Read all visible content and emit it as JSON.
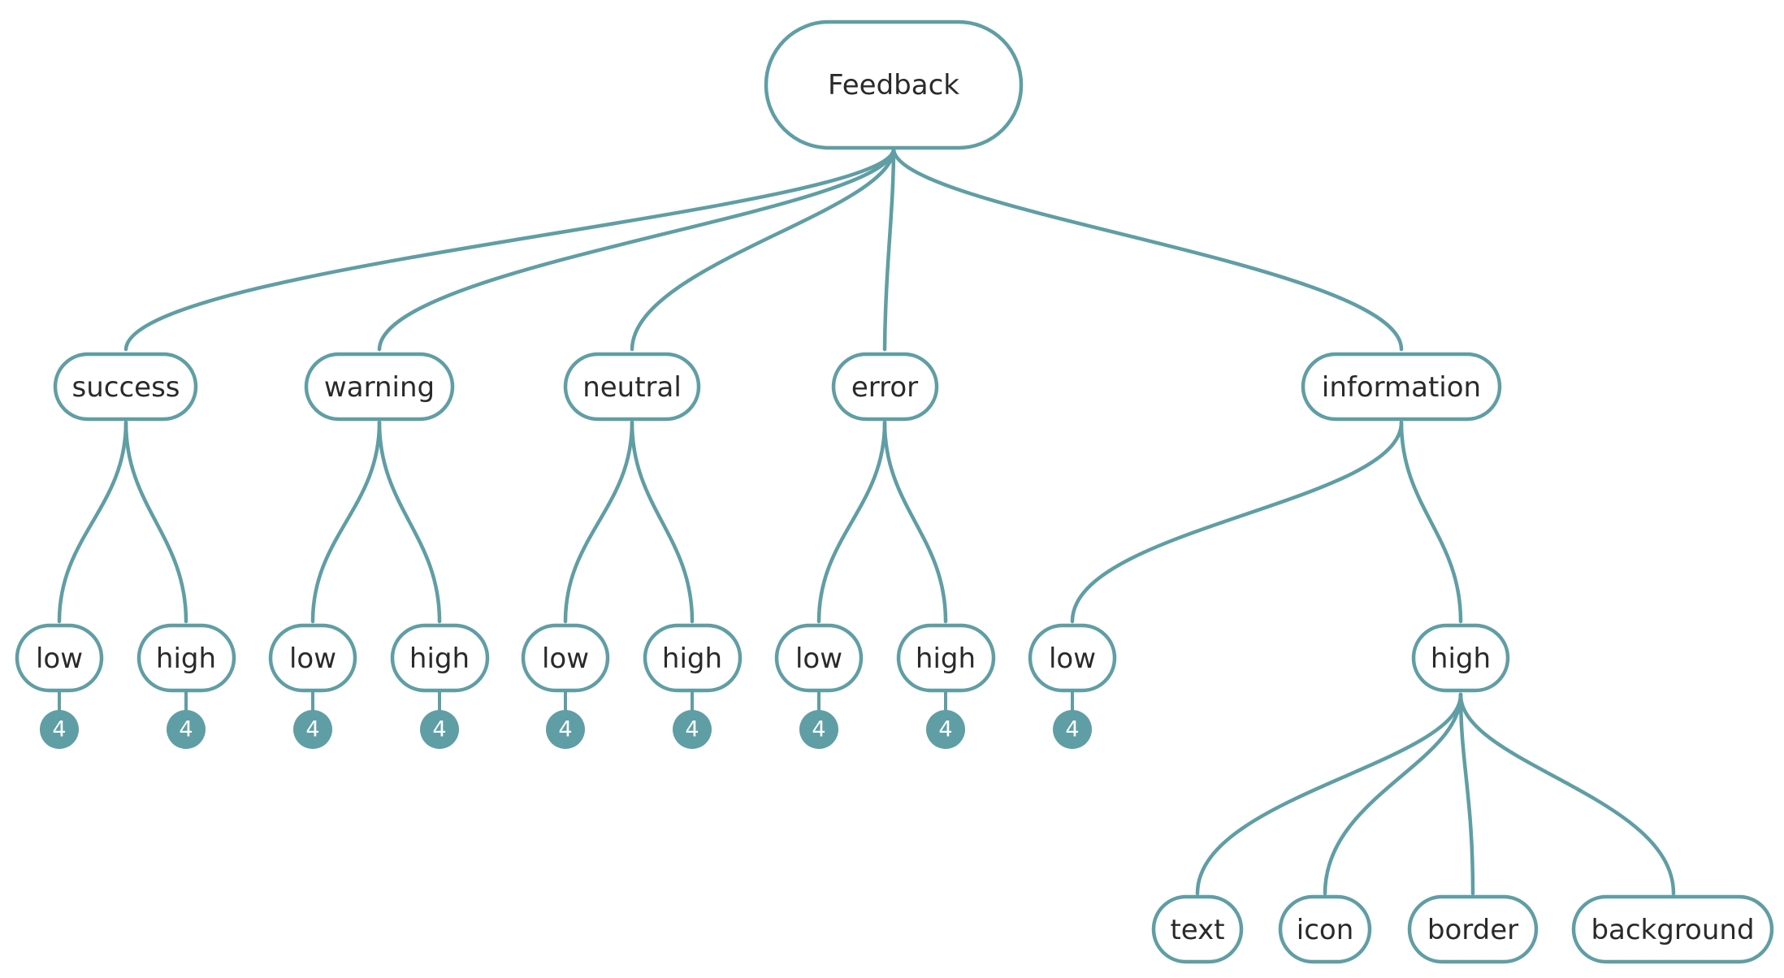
{
  "colors": {
    "accent": "#5f9ea4",
    "node_fill": "#ffffff",
    "text": "#2a2a2a",
    "background": "#ffffff"
  },
  "root": {
    "label": "Feedback"
  },
  "categories": [
    {
      "label": "success",
      "children": [
        {
          "label": "low",
          "badge": "4"
        },
        {
          "label": "high",
          "badge": "4"
        }
      ]
    },
    {
      "label": "warning",
      "children": [
        {
          "label": "low",
          "badge": "4"
        },
        {
          "label": "high",
          "badge": "4"
        }
      ]
    },
    {
      "label": "neutral",
      "children": [
        {
          "label": "low",
          "badge": "4"
        },
        {
          "label": "high",
          "badge": "4"
        }
      ]
    },
    {
      "label": "error",
      "children": [
        {
          "label": "low",
          "badge": "4"
        },
        {
          "label": "high",
          "badge": "4"
        }
      ]
    },
    {
      "label": "information",
      "children": [
        {
          "label": "low",
          "badge": "4"
        },
        {
          "label": "high",
          "children": [
            {
              "label": "text"
            },
            {
              "label": "icon"
            },
            {
              "label": "border"
            },
            {
              "label": "background"
            }
          ]
        }
      ]
    }
  ]
}
